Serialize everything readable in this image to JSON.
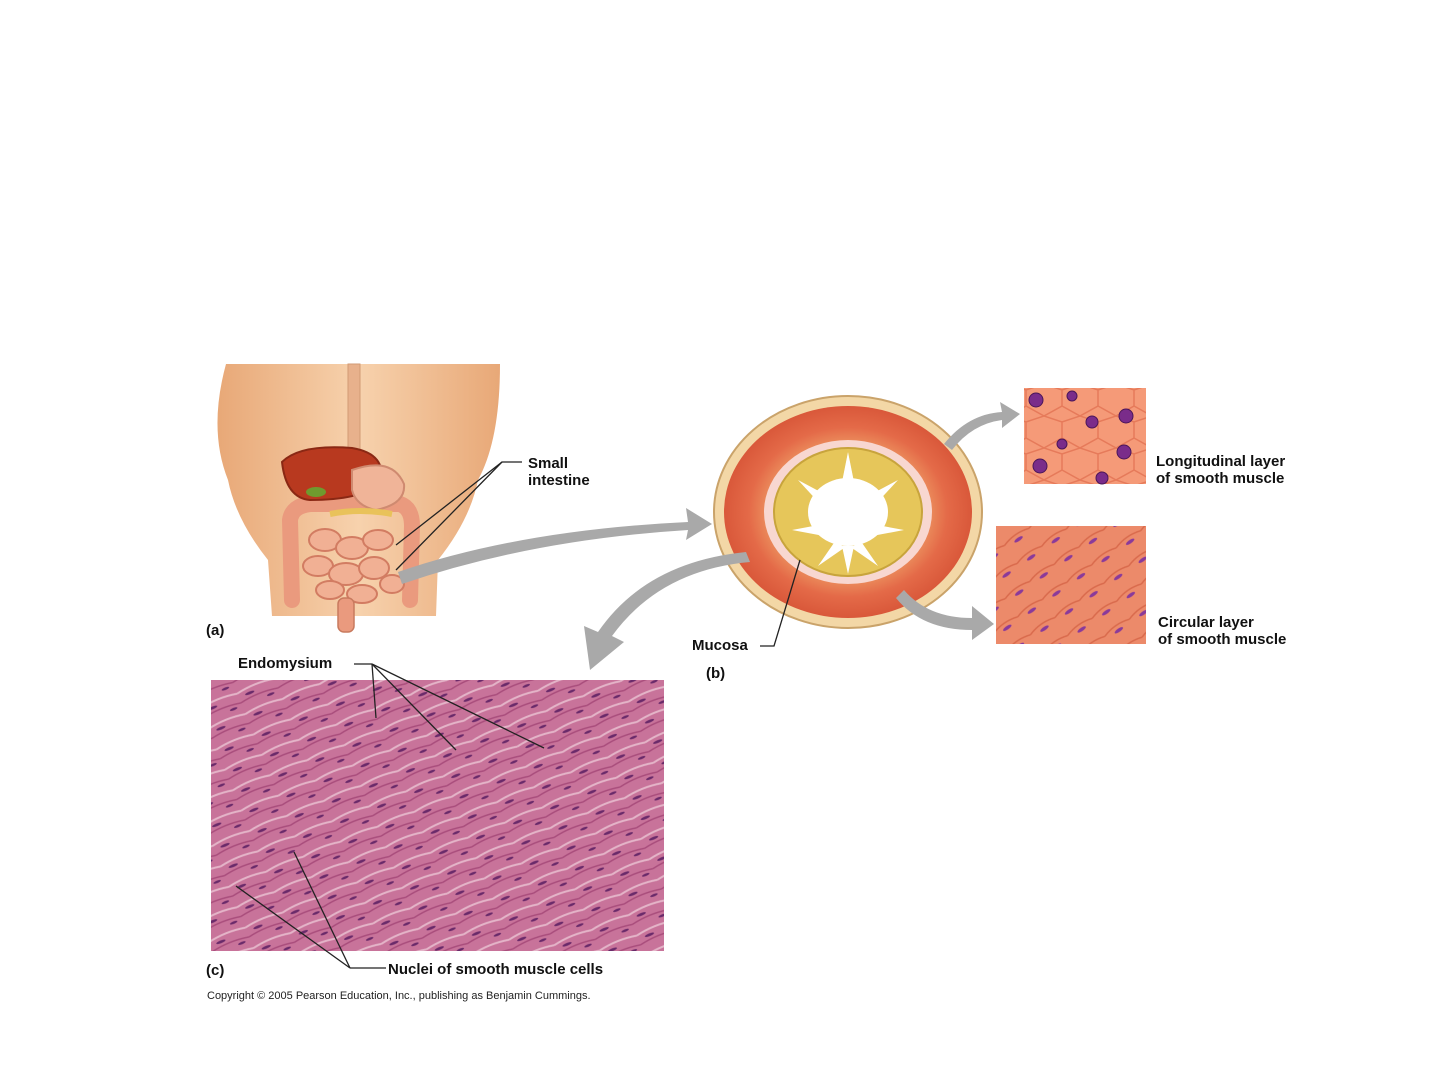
{
  "panels": {
    "a": "(a)",
    "b": "(b)",
    "c": "(c)"
  },
  "labels": {
    "small_intestine_line1": "Small",
    "small_intestine_line2": "intestine",
    "mucosa": "Mucosa",
    "longitudinal_line1": "Longitudinal layer",
    "longitudinal_line2": "of smooth muscle",
    "circular_line1": "Circular layer",
    "circular_line2": "of smooth muscle",
    "endomysium": "Endomysium",
    "nuclei": "Nuclei of smooth muscle cells"
  },
  "copyright": "Copyright © 2005 Pearson Education, Inc., publishing as Benjamin Cummings.",
  "colors": {
    "skin": "#f3c49a",
    "liver": "#b83a24",
    "intestine": "#f1a98a",
    "muscle": "#e8704e",
    "mucosa": "#e3c560",
    "histology": "#c46c95",
    "arrow": "#a9a9a9"
  }
}
